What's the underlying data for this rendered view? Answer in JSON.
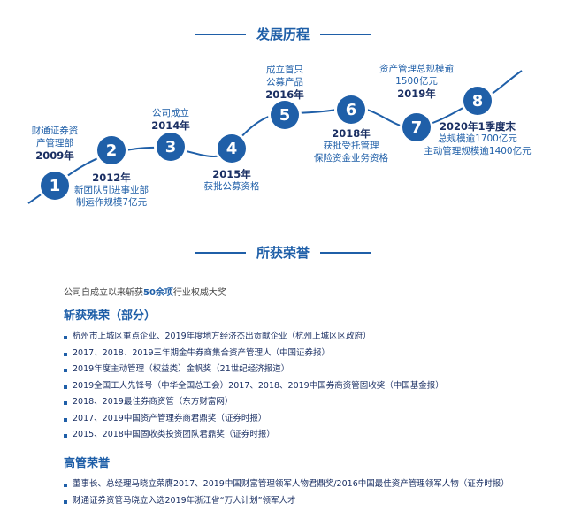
{
  "history": {
    "title": "发展历程"
  },
  "milestones": [
    {
      "num": "1",
      "lines": [
        "财通证券资",
        "产管理部"
      ],
      "year": "2009年",
      "year_first": false
    },
    {
      "num": "2",
      "lines": [
        "新团队引进事业部",
        "制运作规模7亿元"
      ],
      "year": "2012年",
      "year_first": true
    },
    {
      "num": "3",
      "lines": [
        "公司成立"
      ],
      "year": "2014年",
      "year_first": false
    },
    {
      "num": "4",
      "lines": [
        "获批公募资格"
      ],
      "year": "2015年",
      "year_first": true
    },
    {
      "num": "5",
      "lines": [
        "成立首只",
        "公募产品"
      ],
      "year": "2016年",
      "year_first": false
    },
    {
      "num": "6",
      "lines": [
        "获批受托管理",
        "保险资金业务资格"
      ],
      "year": "2018年",
      "year_first": true
    },
    {
      "num": "7",
      "lines": [
        "资产管理总规模逾",
        "1500亿元"
      ],
      "year": "2019年",
      "year_first": false
    },
    {
      "num": "8",
      "lines": [
        "总规模逾1700亿元",
        "主动管理规模逾1400亿元"
      ],
      "year": "2020年1季度末",
      "year_first": true
    }
  ],
  "honors": {
    "title": "所获荣誉",
    "intro_pre": "公司自成立以来斩获",
    "intro_bold": "50余项",
    "intro_post": "行业权威大奖",
    "special_title": "斩获殊荣（部分）",
    "special_items": [
      "杭州市上城区重点企业、2019年度地方经济杰出贡献企业（杭州上城区区政府）",
      "2017、2018、2019三年期金牛券商集合资产管理人（中国证券报）",
      "2019年度主动管理（权益类）金帆奖（21世纪经济报道）",
      "2019全国工人先锋号（中华全国总工会）2017、2018、2019中国券商资管固收奖（中国基金报）",
      "2018、2019最佳券商资管（东方财富网）",
      "2017、2019中国资产管理券商君鼎奖（证券时报）",
      "2015、2018中国固收类投资团队君鼎奖（证券时报）"
    ],
    "exec_title": "高管荣誉",
    "exec_items": [
      "董事长、总经理马晓立荣膺2017、2019中国财富管理领军人物君鼎奖/2016中国最佳资产管理领军人物（证券时报）",
      "财通证券资管马晓立入选2019年浙江省“万人计划”领军人才"
    ]
  },
  "colors": {
    "accent": "#1f5fa8",
    "dark": "#1a2f63"
  }
}
